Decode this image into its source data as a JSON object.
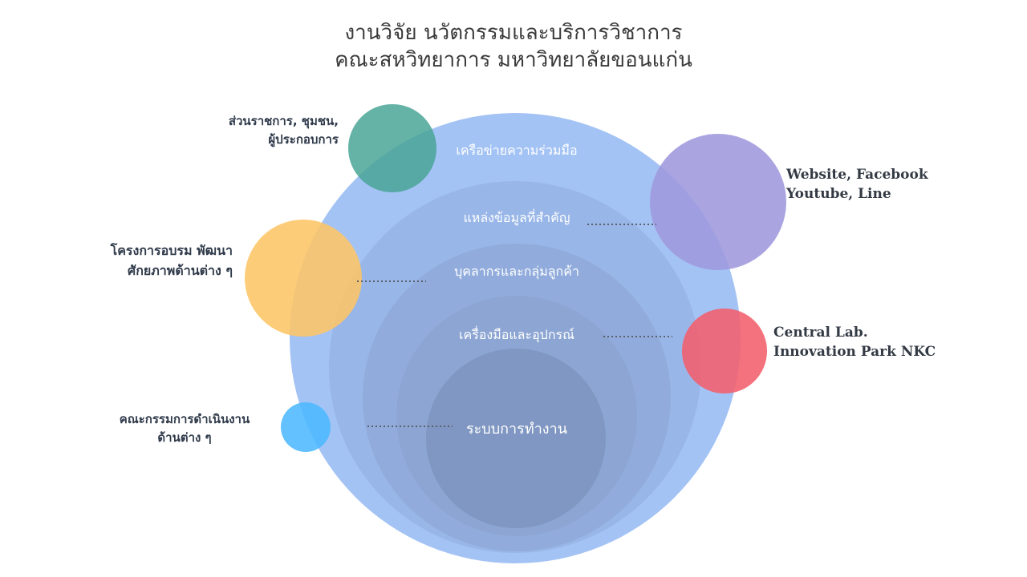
{
  "title": {
    "line1": "งานวิจัย นวัตกรรมและบริการวิชาการ",
    "line2": "คณะสหวิทยาการ มหาวิทยาลัยขอนแก่น"
  },
  "rings": [
    {
      "label": "เครือข่ายความร่วมมือ",
      "color": "#a4c3f5"
    },
    {
      "label": "แหล่งข้อมูลที่สำคัญ",
      "color": "#98b6e8"
    },
    {
      "label": "บุคลากรและกลุ่มลูกค้า",
      "color": "#91acdc"
    },
    {
      "label": "เครื่องมือและอุปกรณ์",
      "color": "#8ca5d3"
    },
    {
      "label": "ระบบการทำงาน",
      "color": "#7f97c2"
    }
  ],
  "bubbles": [
    {
      "id": "community",
      "color": "#4aa596",
      "lines": [
        "ส่วนราชการ, ชุมชน,",
        "ผู้ประกอบการ"
      ]
    },
    {
      "id": "training",
      "color": "#fdc566",
      "lines": [
        "โครงการอบรม พัฒนา",
        "ศักยภาพด้านต่าง ๆ"
      ]
    },
    {
      "id": "committee",
      "color": "#4db8ff",
      "lines": [
        "คณะกรรมการดำเนินงาน",
        "ด้านต่าง ๆ"
      ]
    },
    {
      "id": "media",
      "color": "#9e98dd",
      "lines": [
        "Website, Facebook",
        "Youtube, Line"
      ]
    },
    {
      "id": "lab",
      "color": "#f25f6c",
      "lines": [
        "Central Lab.",
        "Innovation Park NKC"
      ]
    }
  ]
}
